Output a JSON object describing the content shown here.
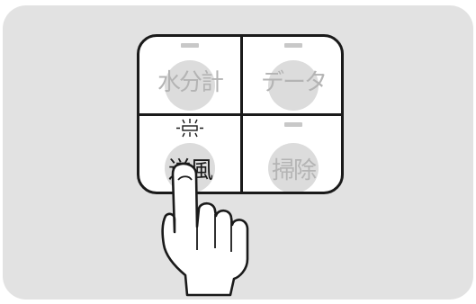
{
  "keypad": {
    "keys": [
      {
        "label": "水分計",
        "indicator": "off"
      },
      {
        "label": "データ",
        "indicator": "off"
      },
      {
        "label": "送風",
        "indicator": "lit"
      },
      {
        "label": "掃除",
        "indicator": "off"
      }
    ]
  },
  "hand": {
    "icon": "pointing-hand-icon",
    "action": "pressing"
  },
  "colors": {
    "panel_background": "#e2e2e2",
    "keypad_border": "#1a1a1a",
    "button_circle": "#dcdcdc",
    "inactive_label": "#b4b4b4",
    "active_label": "#1a1a1a",
    "indicator_off": "#c8c8c8"
  }
}
